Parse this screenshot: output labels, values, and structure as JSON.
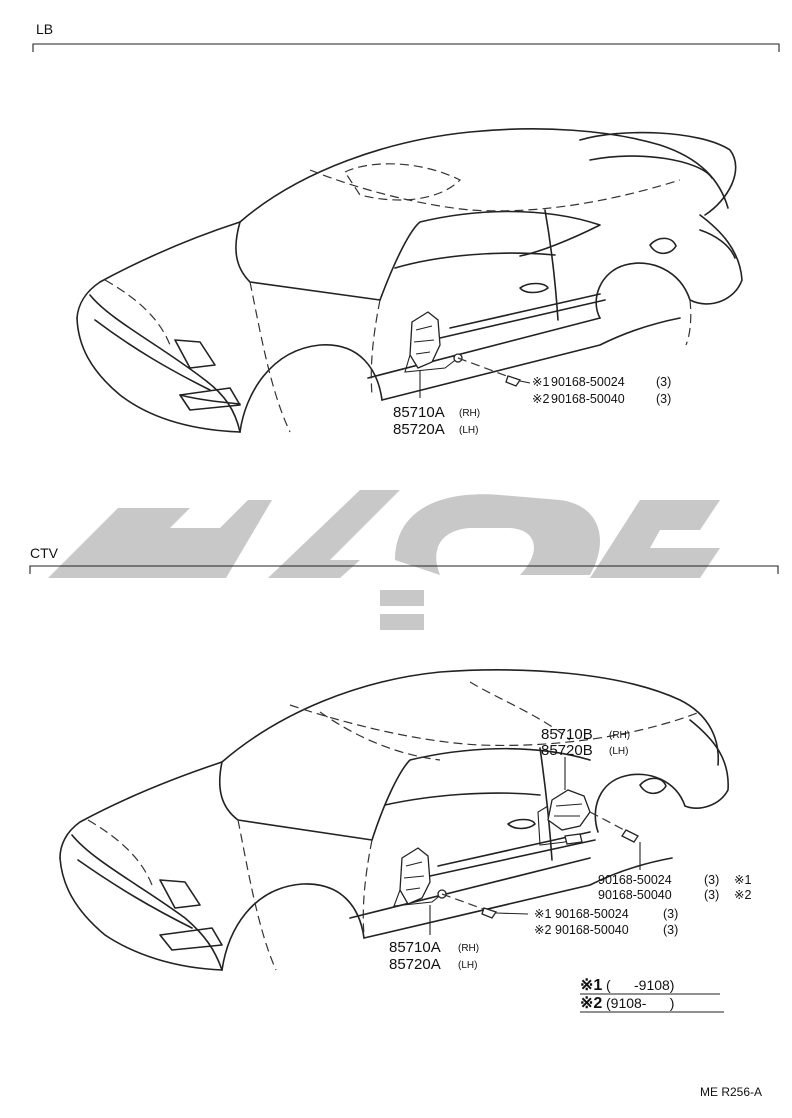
{
  "sections": {
    "lb": {
      "title": "LB",
      "regulator_rh": "85710A",
      "regulator_rh_side": "(RH)",
      "regulator_lh": "85720A",
      "regulator_lh_side": "(LH)",
      "bolt1_mark": "※1",
      "bolt1_part": "90168-50024",
      "bolt1_qty": "(3)",
      "bolt2_mark": "※2",
      "bolt2_part": "90168-50040",
      "bolt2_qty": "(3)"
    },
    "ctv": {
      "title": "CTV",
      "rear_rh": "85710B",
      "rear_rh_side": "(RH)",
      "rear_lh": "85720B",
      "rear_lh_side": "(LH)",
      "rear_bolt1_part": "90168-50024",
      "rear_bolt1_qty": "(3)",
      "rear_bolt1_mark": "※1",
      "rear_bolt2_part": "90168-50040",
      "rear_bolt2_qty": "(3)",
      "rear_bolt2_mark": "※2",
      "front_rh": "85710A",
      "front_rh_side": "(RH)",
      "front_lh": "85720A",
      "front_lh_side": "(LH)",
      "front_bolt1_mark": "※1",
      "front_bolt1_part": "90168-50024",
      "front_bolt1_qty": "(3)",
      "front_bolt2_mark": "※2",
      "front_bolt2_part": "90168-50040",
      "front_bolt2_qty": "(3)"
    }
  },
  "legend": {
    "note1_mark": "※1",
    "note1_range": "(      -9108)",
    "note2_mark": "※2",
    "note2_range": "(9108-      )"
  },
  "figure_code": "ME R256-A",
  "watermark_color": "#c8c8c8"
}
